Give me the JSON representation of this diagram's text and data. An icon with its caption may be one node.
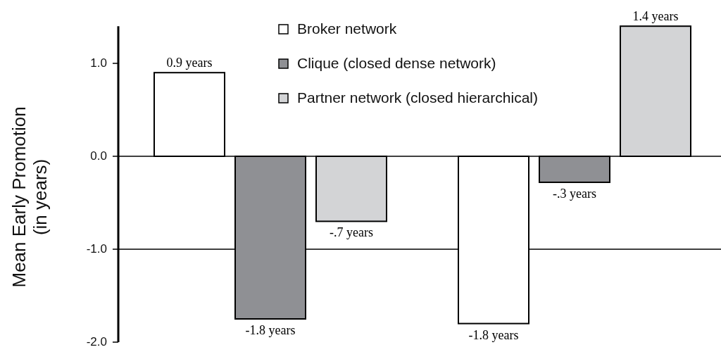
{
  "diagram": {
    "chart_data": {
      "type": "bar",
      "ylabel": "Mean Early Promotion (in years)",
      "categories": [
        null,
        null
      ],
      "ylim": [
        -2,
        1.4
      ],
      "legend": "top",
      "yticks": [
        {
          "value": 1,
          "label": "1.0"
        },
        {
          "value": 0,
          "label": "0.0"
        },
        {
          "value": -1,
          "label": "-1.0"
        },
        {
          "value": -2,
          "label": "-2.0"
        }
      ],
      "series": [
        {
          "name": "Broker network",
          "color": "#ffffff",
          "values": [
            0.9,
            -1.8
          ]
        },
        {
          "name": "Clique (closed dense network)",
          "color": "#8f9094",
          "values": [
            -1.75,
            -0.28
          ]
        },
        {
          "name": "Partner network (closed hierarchical)",
          "color": "#d3d4d6",
          "values": [
            -0.7,
            1.4
          ]
        }
      ],
      "value_labels": [
        [
          "0.9 years",
          "-1.8 years"
        ],
        [
          "-1.8 years",
          "-.3 years"
        ],
        [
          "-.7 years",
          "1.4 years"
        ]
      ]
    }
  }
}
